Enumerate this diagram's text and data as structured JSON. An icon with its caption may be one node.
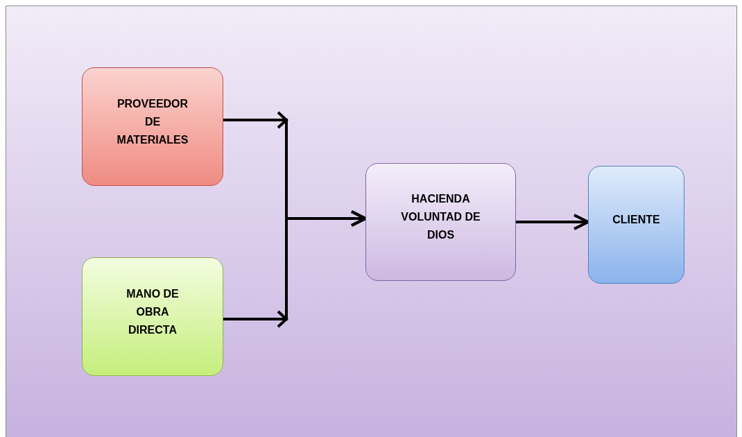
{
  "diagram": {
    "nodes": [
      {
        "text": [
          "PROVEEDOR DE MATERIALES"
        ]
      },
      {
        "text": [
          "MANO DE OBRA DIRECTA"
        ]
      },
      {
        "text": [
          "HACIENDA VOLUNTAD DE DIOS"
        ]
      },
      {
        "text": [
          "CLIENTE"
        ]
      }
    ],
    "edges": [
      {
        "from": 0,
        "to": 2,
        "arrow": "to"
      },
      {
        "from": 1,
        "to": 2,
        "arrow": "to"
      },
      {
        "from": 2,
        "to": 3,
        "arrow": "to"
      }
    ]
  }
}
